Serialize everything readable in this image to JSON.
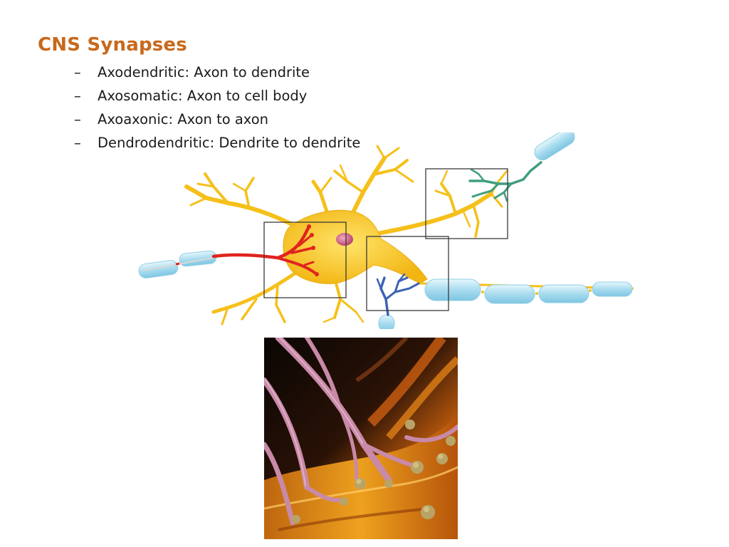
{
  "slide": {
    "title": "CNS Synapses",
    "bullets": [
      {
        "dash": "–",
        "text": "Axodendritic: Axon to dendrite"
      },
      {
        "dash": "–",
        "text": "Axosomatic: Axon to cell body"
      },
      {
        "dash": "–",
        "text": "Axoaxonic: Axon to axon"
      },
      {
        "dash": "–",
        "text": "Dendrodendritic: Dendrite to dendrite"
      }
    ]
  },
  "colors": {
    "title": "#c8691c",
    "neuron": "#f7c21c",
    "axon_red": "#e0241e",
    "axon_blue": "#3d63b5",
    "axon_green": "#3f9e7e",
    "myelin": "#a8dcef"
  },
  "icons": {
    "diagram": "neuron-synapse-diagram",
    "photo": "electron-micrograph-image"
  }
}
